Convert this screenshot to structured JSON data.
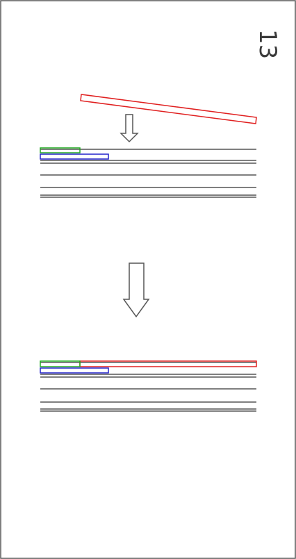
{
  "page": {
    "step_number": "13"
  },
  "colors": {
    "frame": "#555555",
    "rail_lines": "#333333",
    "arrow": "#555555",
    "green_strip": "#22aa22",
    "blue_strip": "#2222cc",
    "red_strip": "#e02020"
  },
  "diagram": {
    "stages": [
      "before",
      "after"
    ],
    "strips": [
      "green",
      "blue",
      "red"
    ]
  }
}
